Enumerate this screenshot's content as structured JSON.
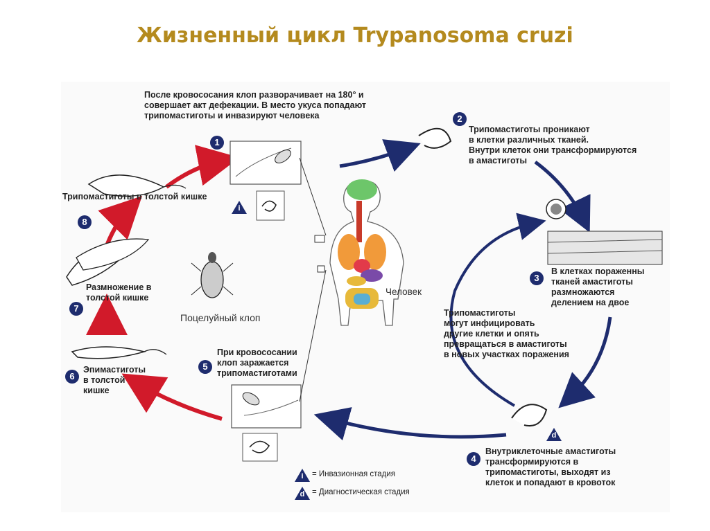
{
  "title": "Жизненный цикл Trypanosoma cruzi",
  "colors": {
    "title": "#b48a1e",
    "human_arrow": "#1e2c6e",
    "bug_arrow": "#d11a2a",
    "badge": "#1e2c6e"
  },
  "steps": [
    {
      "num": "1",
      "lines": [
        "После кровососания клоп разворачивает на 180° и",
        "совершает акт дефекации. В место укуса попадают",
        "трипомастиготы и инвазируют человека"
      ]
    },
    {
      "num": "2",
      "lines": [
        "Трипомастиготы проникают",
        "в клетки различных тканей.",
        "Внутри клеток они трансформируются",
        "в амастиготы"
      ]
    },
    {
      "num": "3",
      "lines": [
        "В клетках пораженны",
        "тканей амастиготы",
        "размножаются",
        "делением на двое"
      ]
    },
    {
      "num": "4",
      "lines": [
        "Внутриклеточные амастиготы",
        "трансформируются в",
        "трипомастиготы, выходят из",
        "клеток и попадают в кровоток"
      ]
    },
    {
      "num": "5",
      "lines": [
        "При кровососании",
        "клоп заражается",
        "трипомастиготами"
      ]
    },
    {
      "num": "6",
      "lines": [
        "Эпимастиготы",
        "в толстой",
        "кишке"
      ]
    },
    {
      "num": "7",
      "lines": [
        "Размножение в",
        "толстой кишке"
      ]
    },
    {
      "num": "8",
      "lines": [
        "Трипомастиготы в толстой кишке"
      ]
    }
  ],
  "center_text": [
    "Трипомастиготы",
    "могут инфицировать",
    "другие клетки и опять",
    "превращаться в амастиготы",
    "в новых участках поражения"
  ],
  "labels": {
    "human": "Человек",
    "bug": "Поцелуйный клоп"
  },
  "markers": {
    "infective": "i",
    "diagnostic": "d"
  },
  "legend": [
    {
      "symbol": "i",
      "text": "= Инвазионная стадия"
    },
    {
      "symbol": "d",
      "text": "= Диагностическая стадия"
    }
  ]
}
